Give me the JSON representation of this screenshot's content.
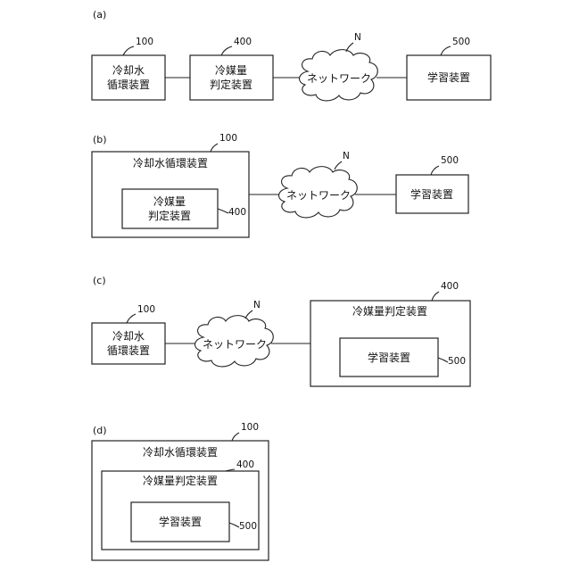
{
  "panels": {
    "a": {
      "label": "(a)",
      "cooling_unit": {
        "line1": "冷却水",
        "line2": "循環装置",
        "ref": "100"
      },
      "refrigerant_unit": {
        "line1": "冷媒量",
        "line2": "判定装置",
        "ref": "400"
      },
      "network": {
        "label": "ネットワーク",
        "ref": "N"
      },
      "learning_unit": {
        "label": "学習装置",
        "ref": "500"
      }
    },
    "b": {
      "label": "(b)",
      "cooling_unit": {
        "label": "冷却水循環装置",
        "ref": "100"
      },
      "refrigerant_unit": {
        "line1": "冷媒量",
        "line2": "判定装置",
        "ref": "400"
      },
      "network": {
        "label": "ネットワーク",
        "ref": "N"
      },
      "learning_unit": {
        "label": "学習装置",
        "ref": "500"
      }
    },
    "c": {
      "label": "(c)",
      "cooling_unit": {
        "line1": "冷却水",
        "line2": "循環装置",
        "ref": "100"
      },
      "network": {
        "label": "ネットワーク",
        "ref": "N"
      },
      "refrigerant_unit": {
        "label": "冷媒量判定装置",
        "ref": "400"
      },
      "learning_unit": {
        "label": "学習装置",
        "ref": "500"
      }
    },
    "d": {
      "label": "(d)",
      "cooling_unit": {
        "label": "冷却水循環装置",
        "ref": "100"
      },
      "refrigerant_unit": {
        "label": "冷媒量判定装置",
        "ref": "400"
      },
      "learning_unit": {
        "label": "学習装置",
        "ref": "500"
      }
    }
  }
}
